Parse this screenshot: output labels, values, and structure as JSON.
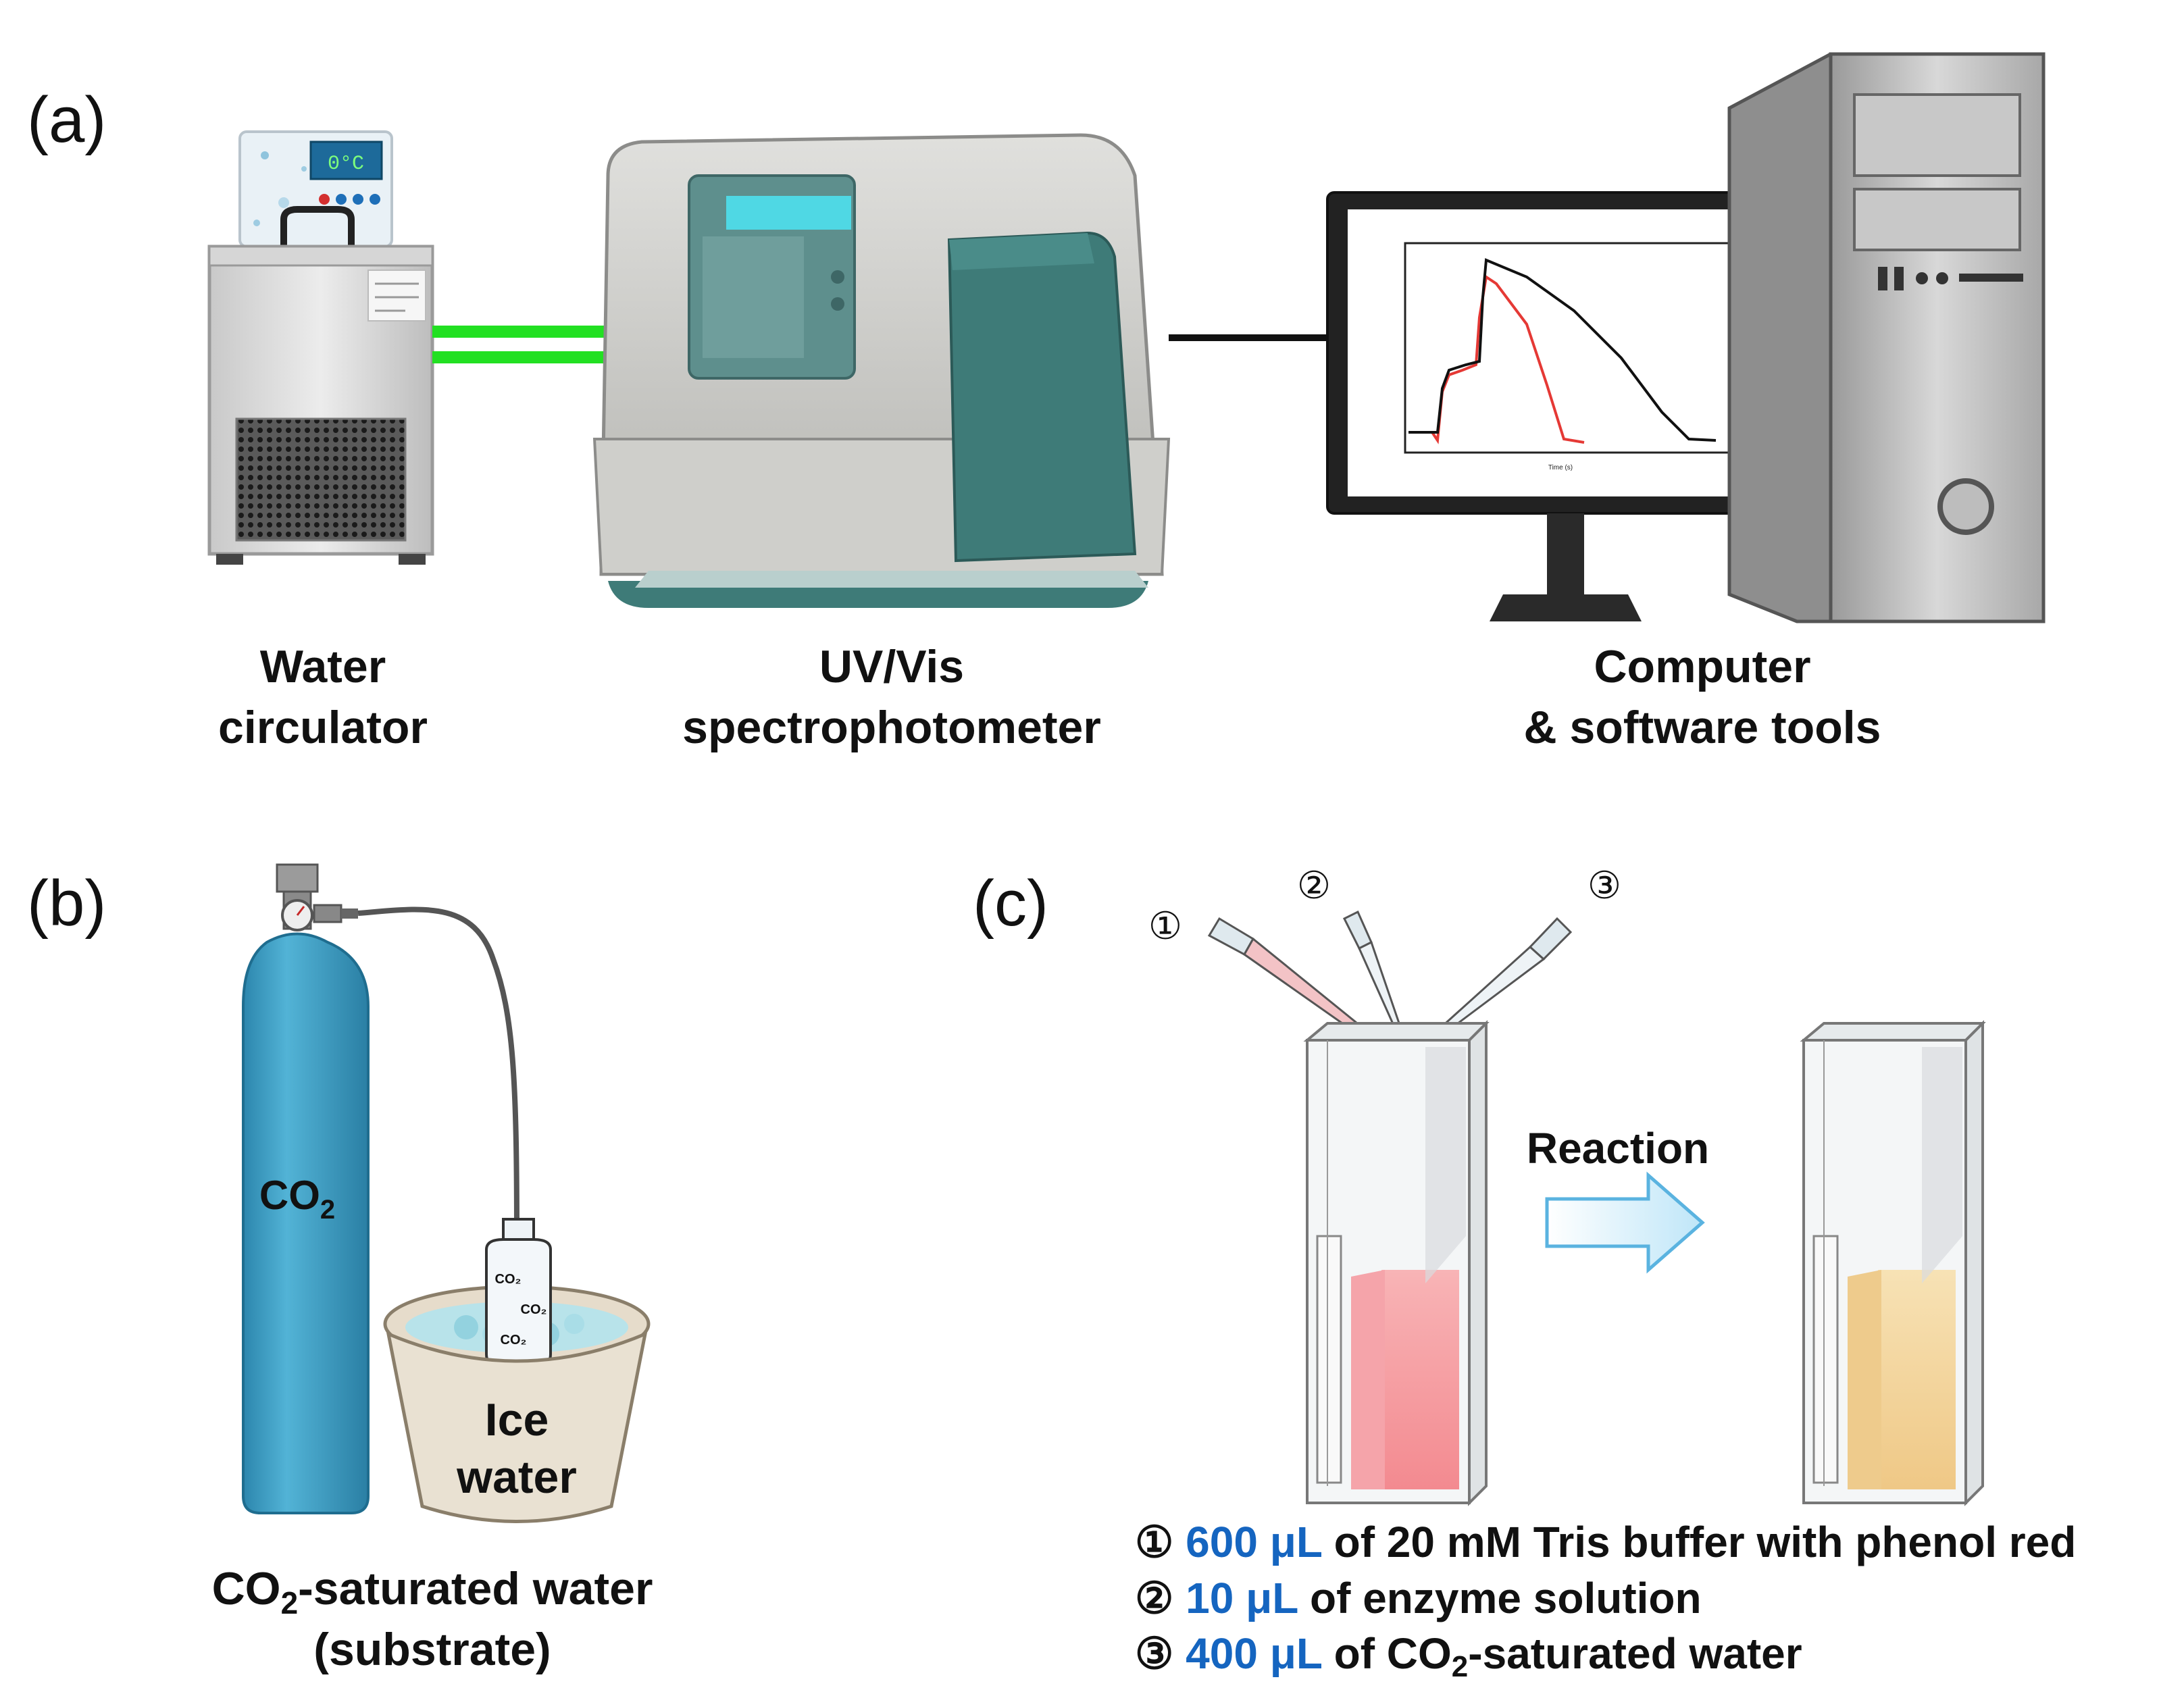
{
  "panels": {
    "a": {
      "label": "(a)",
      "water_circulator": {
        "line1": "Water",
        "line2": "circulator",
        "display": "0°C"
      },
      "spectrophotometer": {
        "line1": "UV/Vis",
        "line2": "spectrophotometer"
      },
      "computer": {
        "line1": "Computer",
        "line2": "& software tools"
      }
    },
    "b": {
      "label": "(b)",
      "cylinder_label": "CO",
      "cylinder_sub": "2",
      "bottle_labels": [
        "CO₂",
        "CO₂",
        "CO₂"
      ],
      "ice": {
        "line1": "Ice",
        "line2": "water"
      },
      "caption": {
        "pre": "CO",
        "sub": "2",
        "post": "-saturated water",
        "line2": "(substrate)"
      }
    },
    "c": {
      "label": "(c)",
      "pipette_numbers": [
        "①",
        "②",
        "③"
      ],
      "arrow_label": "Reaction",
      "steps": [
        {
          "num": "①",
          "amount": "600 μL",
          "rest": " of 20 mM Tris buffer with phenol red"
        },
        {
          "num": "②",
          "amount": "10 μL",
          "rest": " of enzyme solution"
        },
        {
          "num": "③",
          "amount": "400 μL",
          "rest": " of CO",
          "sub": "2",
          "rest2": "-saturated water"
        }
      ]
    }
  },
  "colors": {
    "tube": "#22e022",
    "cylinder": "#3a9cc4",
    "pink": "#f8a8ac",
    "yellow": "#f3d59c",
    "arrow": "#8fd0f0",
    "teal": "#3e7b78",
    "blue_text": "#1565c0"
  }
}
